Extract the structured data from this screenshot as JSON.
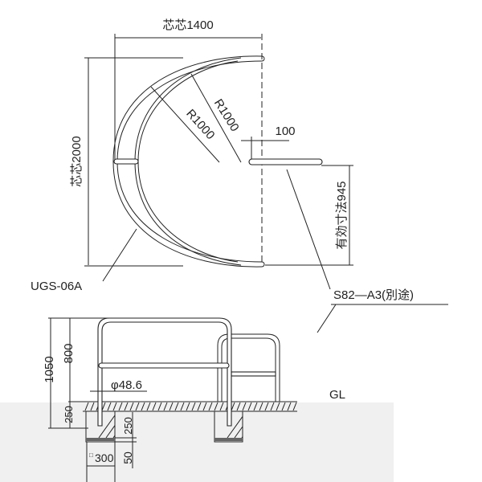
{
  "plan_view": {
    "width_label": "芯芯1400",
    "height_label": "芯芯2000",
    "radius_outer_label": "R1000",
    "radius_inner_label": "R1000",
    "gap_label": "100",
    "effective_label": "有効寸法945",
    "callout_left": "UGS-06A",
    "callout_right": "S82―A3(別途)"
  },
  "elevation_view": {
    "total_height_label": "1050",
    "above_ground_label": "800",
    "embed_label": "250",
    "diameter_label": "φ48.6",
    "ground_label": "GL",
    "footing_depth_label": "250",
    "base_label": "50",
    "footing_width_label": "300",
    "footing_square_symbol": "□"
  },
  "colors": {
    "line": "#222222",
    "ground_bg": "#f0f0f0"
  }
}
